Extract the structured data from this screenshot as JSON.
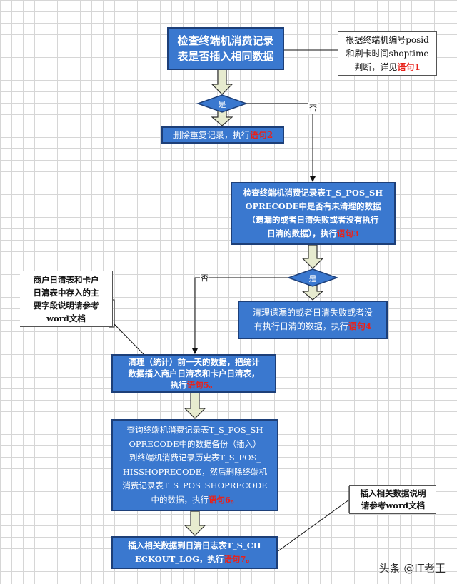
{
  "boxes": {
    "b1": {
      "lines": [
        "检查终端机消费记录",
        "表是否插入相同数据"
      ]
    },
    "b2": {
      "text": "删除重复记录，执行",
      "ref": "语句2"
    },
    "b3": {
      "lines": [
        "检查终端机消费记录表T_S_POS_SH",
        "OPRECODE中是否有未清理的数据",
        "（遗漏的或者日清失败或者没有执行",
        "日清的数据），执行"
      ],
      "ref": "语句3"
    },
    "b4": {
      "lines": [
        "清理遗漏的或者日清失败或者没",
        "有执行日清的数据，执行"
      ],
      "ref": "语句4"
    },
    "b5": {
      "lines": [
        "清理（统计）前一天的数据，把统计",
        "数据插入商户日清表和卡户日清表，",
        "执行"
      ],
      "ref": "语句5。"
    },
    "b6": {
      "lines": [
        "查询终端机消费记录表T_S_POS_SH",
        "OPRECODE中的数据备份（插入）",
        "到终端机消费记录历史表T_S_POS_",
        "HISSHOPRECODE，然后删除终端机",
        "消费记录表T_S_POS_SHOPRECODE",
        "中的数据，执行"
      ],
      "ref": "语句6。"
    },
    "b7": {
      "lines": [
        "插入相关数据到日清日志表T_S_CH",
        "ECKOUT_LOG，执行"
      ],
      "ref": "语句7。"
    }
  },
  "notes": {
    "n1": {
      "lines": [
        "根据终端机编号posid",
        "和刷卡时间shoptime",
        "判断，详见"
      ],
      "ref": "语句1"
    },
    "n2": {
      "lines": [
        "商户日清表和卡户",
        "日清表中存入的主",
        "要字段说明请参考",
        "word文档"
      ]
    },
    "n3": {
      "lines": [
        "插入相关数据说明",
        "请参考word文档"
      ]
    }
  },
  "decisions": {
    "d1": "是",
    "d2": "是"
  },
  "edges": {
    "no1": "否",
    "no2": "否"
  },
  "watermark": "头条 @IT老王",
  "colors": {
    "box_fill": "#3a78cf",
    "box_border": "#1d3f78",
    "highlight": "#e8221b",
    "arrow_fill": "#e7ebcf"
  }
}
